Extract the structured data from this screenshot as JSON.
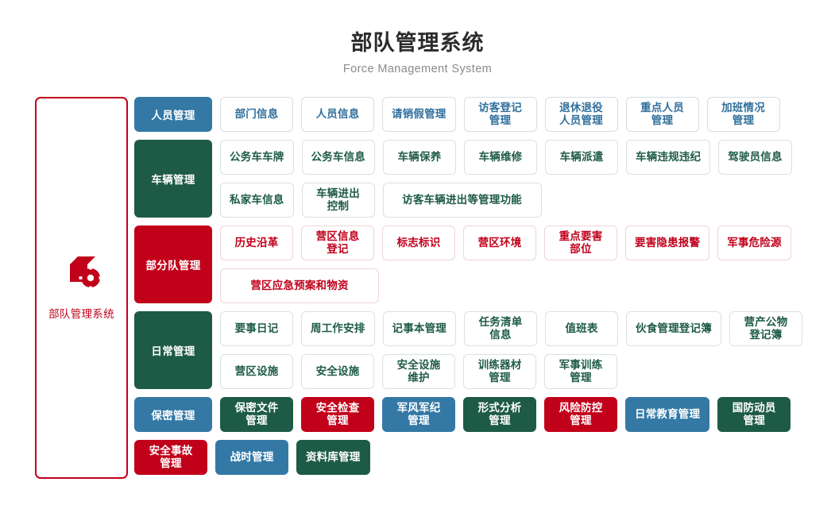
{
  "header": {
    "title": "部队管理系统",
    "subtitle": "Force Management System"
  },
  "sidebar": {
    "icon": "cube-gear-icon",
    "label": "部队管理系统",
    "accent_color": "#c1001a"
  },
  "colors": {
    "blue": "#3479a6",
    "green": "#1e5b46",
    "red": "#c1001a",
    "border_gray": "#dbe0e6",
    "title_text": "#2b2b2b",
    "subtitle_text": "#8a8a8a"
  },
  "groups": [
    {
      "label": "人员管理",
      "theme": "blue",
      "label_style": "solid",
      "item_style": "outline",
      "items": [
        {
          "label": "部门信息"
        },
        {
          "label": "人员信息"
        },
        {
          "label": "请销假管理"
        },
        {
          "label": "访客登记\n管理"
        },
        {
          "label": "退休退役\n人员管理"
        },
        {
          "label": "重点人员\n管理"
        },
        {
          "label": "加班情况\n管理"
        }
      ]
    },
    {
      "label": "车辆管理",
      "theme": "green",
      "label_style": "solid",
      "item_style": "outline",
      "items": [
        {
          "label": "公务车车牌"
        },
        {
          "label": "公务车信息"
        },
        {
          "label": "车辆保养"
        },
        {
          "label": "车辆维修"
        },
        {
          "label": "车辆派遣"
        },
        {
          "label": "车辆违规违纪"
        },
        {
          "label": "驾驶员信息"
        },
        {
          "label": "私家车信息"
        },
        {
          "label": "车辆进出\n控制"
        },
        {
          "label": "访客车辆进出等管理功能",
          "wide": true
        }
      ]
    },
    {
      "label": "部分队管理",
      "theme": "red",
      "label_style": "solid",
      "item_style": "outline",
      "items": [
        {
          "label": "历史沿革"
        },
        {
          "label": "营区信息\n登记"
        },
        {
          "label": "标志标识"
        },
        {
          "label": "营区环境"
        },
        {
          "label": "重点要害\n部位"
        },
        {
          "label": "要害隐患报警"
        },
        {
          "label": "军事危险源"
        },
        {
          "label": "营区应急预案和物资",
          "wide": true
        }
      ]
    },
    {
      "label": "日常管理",
      "theme": "green",
      "label_style": "solid",
      "item_style": "outline",
      "items": [
        {
          "label": "要事日记"
        },
        {
          "label": "周工作安排"
        },
        {
          "label": "记事本管理"
        },
        {
          "label": "任务清单\n信息"
        },
        {
          "label": "值班表"
        },
        {
          "label": "伙食管理登记簿"
        },
        {
          "label": "营产公物\n登记簿"
        },
        {
          "label": "营区设施"
        },
        {
          "label": "安全设施"
        },
        {
          "label": "安全设施\n维护"
        },
        {
          "label": "训练器材\n管理"
        },
        {
          "label": "军事训练\n管理"
        }
      ]
    },
    {
      "label": "保密管理",
      "theme": "blue",
      "label_style": "solid",
      "item_style": "solid",
      "items": [
        {
          "label": "保密文件\n管理",
          "theme": "green"
        },
        {
          "label": "安全检查\n管理",
          "theme": "red"
        },
        {
          "label": "军风军纪\n管理",
          "theme": "blue"
        },
        {
          "label": "形式分析\n管理",
          "theme": "green"
        },
        {
          "label": "风险防控\n管理",
          "theme": "red"
        },
        {
          "label": "日常教育管理",
          "theme": "blue"
        },
        {
          "label": "国防动员\n管理",
          "theme": "green"
        }
      ]
    },
    {
      "label": null,
      "theme": "red",
      "label_style": "none",
      "item_style": "solid",
      "items": [
        {
          "label": "安全事故\n管理",
          "theme": "red",
          "as_label": true
        },
        {
          "label": "战时管理",
          "theme": "blue"
        },
        {
          "label": "资料库管理",
          "theme": "green"
        }
      ]
    }
  ]
}
